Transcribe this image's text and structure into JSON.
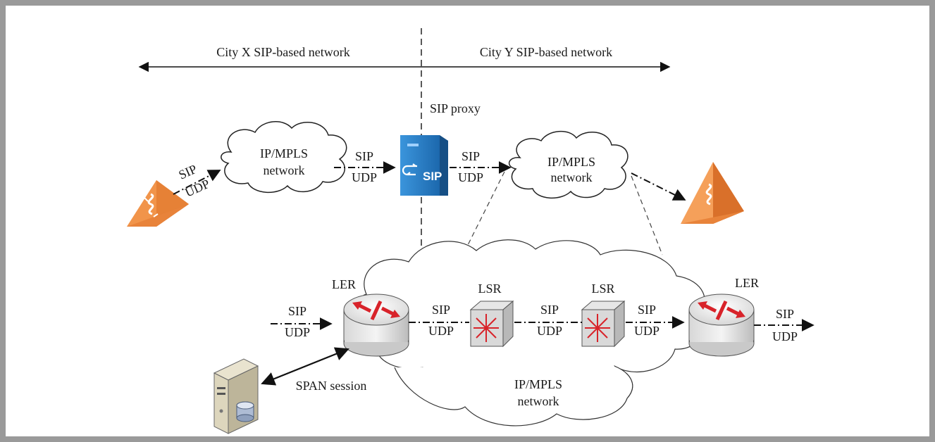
{
  "header": {
    "left_network": "City X SIP-based network",
    "right_network": "City Y SIP-based network"
  },
  "proxy": {
    "label": "SIP proxy",
    "icon_text": "SIP"
  },
  "top_clouds": {
    "left": [
      "IP/MPLS",
      "network"
    ],
    "right": [
      "IP/MPLS",
      "network"
    ]
  },
  "protocol": {
    "sip": "SIP",
    "udp": "UDP"
  },
  "routers": {
    "ler": "LER",
    "lsr": "LSR"
  },
  "bottom_cloud": [
    "IP/MPLS",
    "network"
  ],
  "span": {
    "label": "SPAN session"
  },
  "colors": {
    "border": "#9a9a9a",
    "endpoint": "#e8833a",
    "proxy": "#2a7fc6",
    "router_arrow": "#d8232a"
  }
}
